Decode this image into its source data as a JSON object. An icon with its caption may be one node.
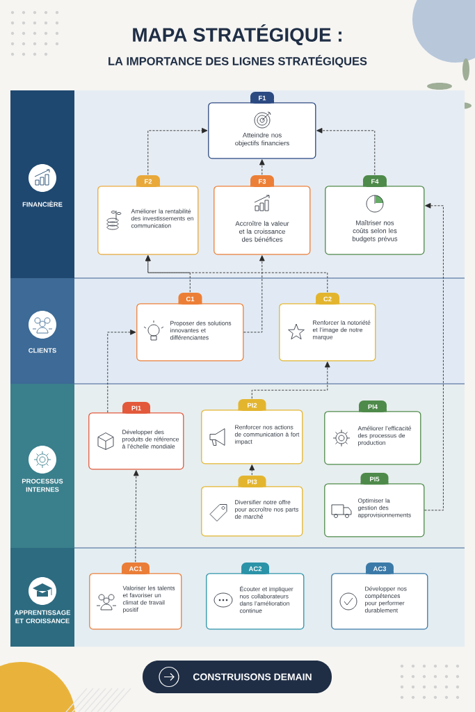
{
  "diagram": {
    "title": "MAPA STRATÉGIQUE :",
    "nodes": [
      {
        "text": [
          "FINANCIÈRE"
        ]
      },
      {
        "text": [
          "F1",
          "Atteindre nos objectifs financiers"
        ],
        "in": 0
      },
      {
        "text": [
          "F2",
          "Améliorer la rentabilité des investissements en communication"
        ],
        "in": 0
      },
      {
        "text": [
          "F3",
          "Accroître la valeur et la croissance des bénéfices"
        ],
        "in": 0
      },
      {
        "text": [
          "F4",
          "Maîtriser nos coûts selon les budgets prévus"
        ],
        "in": 0
      },
      {
        "text": [
          "CLIENTS"
        ]
      },
      {
        "text": [
          "C1",
          "Proposer des solutions innovantes et différenciantes"
        ],
        "in": 5
      },
      {
        "text": [
          "C2",
          "Renforcer la notoriété et l’image de notre marque"
        ],
        "in": 5
      },
      {
        "text": [
          "PROCESSUS INTERNES"
        ]
      },
      {
        "text": [
          "PI1",
          "Développer des produits de référence à l’échelle mondiale"
        ],
        "in": 8
      },
      {
        "text": [
          "PI2",
          "Renforcer nos actions de communication à fort impact"
        ],
        "in": 8
      },
      {
        "text": [
          "PI3",
          "Diversifier notre offre pour accroître nos parts de marché"
        ],
        "in": 8
      },
      {
        "text": [
          "PI4",
          "Améliorer l’efficacité des processus de production"
        ],
        "in": 8
      },
      {
        "text": [
          "PI5",
          "Optimiser la gestion des approvisionnements"
        ],
        "in": 8
      },
      {
        "text": [
          "APPRENTISSAGE ET CROISSANCE"
        ]
      },
      {
        "text": [
          "AC1",
          "Valoriser les talents et favoriser un climat de travail positif"
        ],
        "in": 14
      },
      {
        "text": [
          "AC2",
          "Écouter et impliquer nos collaborateurs dans l’amélioration continue"
        ],
        "in": 14
      },
      {
        "text": [
          "AC3",
          "Développer nos compétences pour performer durablement"
        ],
        "in": 14
      },
      {
        "text": [
          "CONSTRUISONS DEMAIN"
        ]
      }
    ],
    "edges": [
      {
        "from": 2,
        "to": 1,
        "arrow": "to"
      },
      {
        "from": 3,
        "to": 1,
        "arrow": "to"
      },
      {
        "from": 4,
        "to": 1,
        "arrow": "to"
      },
      {
        "from": 6,
        "to": 2,
        "arrow": "to"
      },
      {
        "from": 7,
        "to": 2,
        "arrow": "to"
      },
      {
        "from": 6,
        "to": 3,
        "arrow": "to"
      },
      {
        "from": 9,
        "to": 6,
        "arrow": "to"
      },
      {
        "from": 10,
        "to": 7,
        "arrow": "to"
      },
      {
        "from": 11,
        "to": 10,
        "arrow": "to"
      },
      {
        "from": 15,
        "to": 9,
        "arrow": "to"
      },
      {
        "from": 13,
        "to": 4,
        "arrow": "to"
      }
    ],
    "labels": [
      "LA IMPORTANCE DES LIGNES STRATÉGIQUES"
    ]
  }
}
